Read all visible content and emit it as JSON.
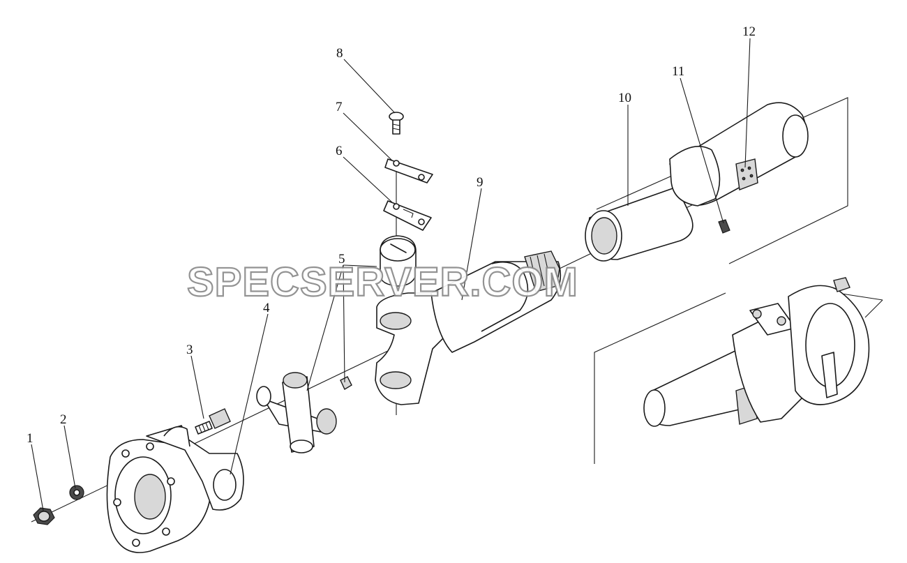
{
  "watermark": "SPECSERVER.COM",
  "callouts": [
    {
      "id": "1",
      "label": "1"
    },
    {
      "id": "2",
      "label": "2"
    },
    {
      "id": "3",
      "label": "3"
    },
    {
      "id": "4",
      "label": "4"
    },
    {
      "id": "5",
      "label": "5"
    },
    {
      "id": "6",
      "label": "6"
    },
    {
      "id": "7",
      "label": "7"
    },
    {
      "id": "8",
      "label": "8"
    },
    {
      "id": "9",
      "label": "9"
    },
    {
      "id": "10",
      "label": "10"
    },
    {
      "id": "11",
      "label": "11"
    },
    {
      "id": "12",
      "label": "12"
    }
  ]
}
